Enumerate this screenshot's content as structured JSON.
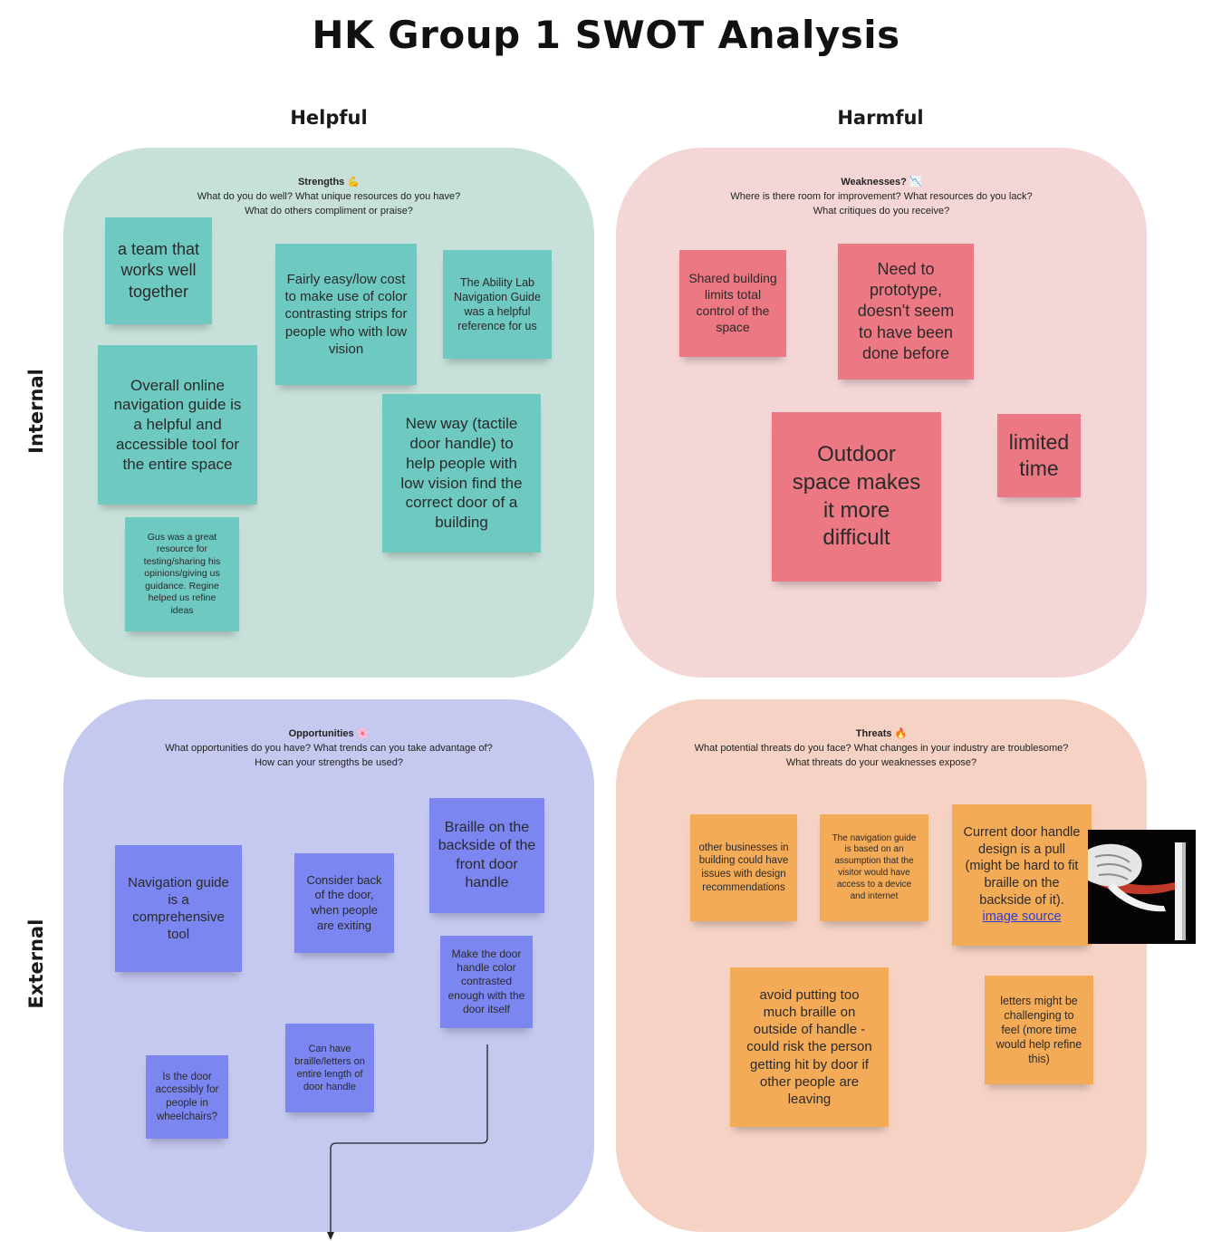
{
  "title": "HK Group 1 SWOT Analysis",
  "columns": {
    "helpful": "Helpful",
    "harmful": "Harmful"
  },
  "rows": {
    "internal": "Internal",
    "external": "External"
  },
  "strengths": {
    "heading": "Strengths 💪",
    "prompt_line1": "What do you do well? What unique resources do you have?",
    "prompt_line2": "What do others compliment or praise?",
    "notes": [
      "a team that works well together",
      "Fairly easy/low cost to make use of color contrasting strips for people who with low vision",
      "The Ability Lab Navigation Guide was a helpful reference for us",
      "Overall online navigation guide is a helpful and accessible tool for the entire space",
      "New way (tactile door handle) to help people with low vision find the correct door of a building",
      "Gus was a great resource for testing/sharing his opinions/giving us guidance. Regine helped us refine ideas"
    ]
  },
  "weaknesses": {
    "heading": "Weaknesses? 📉",
    "prompt_line1": "Where is there room for improvement? What resources do you lack?",
    "prompt_line2": "What critiques do you receive?",
    "notes": [
      "Shared building limits total control of the space",
      "Need to prototype, doesn't seem to have been done before",
      "Outdoor space makes it more difficult",
      "limited time"
    ]
  },
  "opportunities": {
    "heading": "Opportunities 🌸",
    "prompt_line1": "What opportunities do you have? What trends can you take advantage of?",
    "prompt_line2": "How can your strengths be used?",
    "notes": [
      "Braille on the backside of the front door handle",
      "Navigation guide is a comprehensive tool",
      "Consider back of the door, when people are exiting",
      "Make the door handle color contrasted enough with the door itself",
      "Can have braille/letters on entire length of door handle",
      "Is the door accessibly for people in wheelchairs?"
    ]
  },
  "threats": {
    "heading": "Threats 🔥",
    "prompt_line1": "What potential threats do you face? What changes in your industry are troublesome?",
    "prompt_line2": "What threats do your weaknesses expose?",
    "notes": [
      "other businesses in building could have issues with design recommendations",
      "The navigation guide is based on an assumption that the visitor would have access to a device and internet",
      "Current door handle design is a pull (might be hard to fit braille on the backside of it).",
      "image source",
      "avoid putting too much braille on outside of handle - could risk the person getting hit by door if other people are leaving",
      "letters might be challenging to feel (more time would help refine this)"
    ]
  },
  "colors": {
    "strengths_bg": "#c8e0da",
    "weaknesses_bg": "#f4d6d7",
    "opportunities_bg": "#c5c8ef",
    "threats_bg": "#f5d2c4",
    "teal_note": "#6ec9c0",
    "pink_note": "#ec7883",
    "blue_note": "#7b86f0",
    "orange_note": "#f4ab58"
  }
}
